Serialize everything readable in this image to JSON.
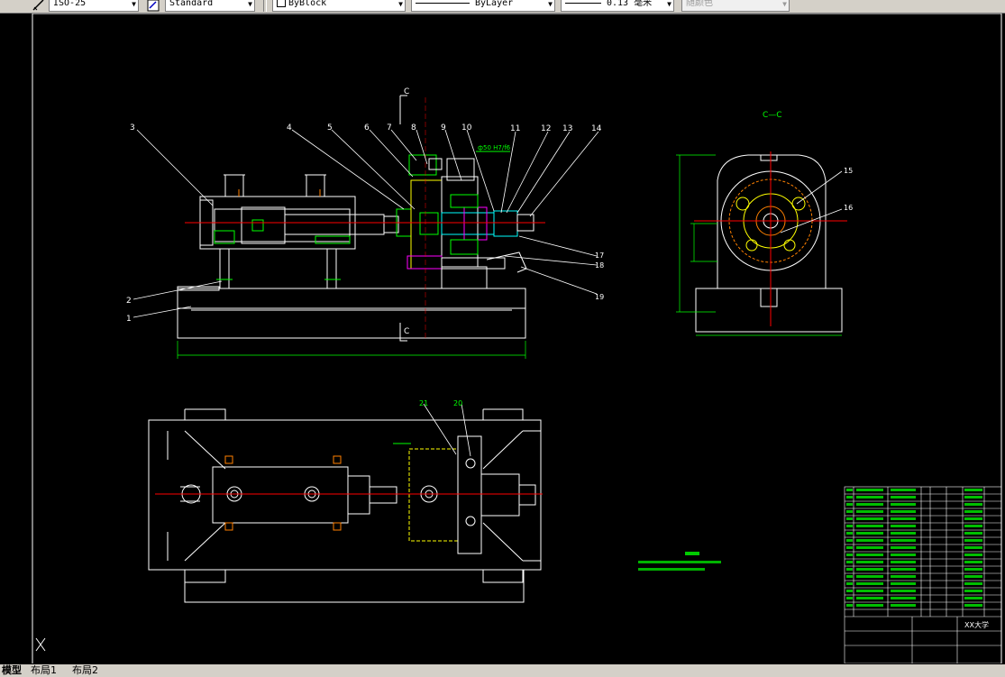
{
  "toolbar": {
    "dimstyle": "ISO-25",
    "textstyle": "Standard",
    "color": "ByBlock",
    "linetype": "ByLayer",
    "lineweight": "0.13 毫米",
    "plotstyle": "随颜色"
  },
  "drawing": {
    "section_top": "C",
    "section_bottom": "C",
    "section_view_title": "C—C",
    "fit_note": "ф50 H7/f6"
  },
  "balloons": {
    "b1": "1",
    "b2": "2",
    "b3": "3",
    "b4": "4",
    "b5": "5",
    "b6": "6",
    "b7": "7",
    "b8": "8",
    "b9": "9",
    "b10": "10",
    "b11": "11",
    "b12": "12",
    "b13": "13",
    "b14": "14",
    "b15": "15",
    "b16": "16",
    "b17": "17",
    "b18": "18",
    "b19": "19",
    "b20": "20",
    "b21": "21"
  },
  "title_block": {
    "school": "XX大学"
  },
  "tabs": {
    "model": "模型",
    "layout1": "布局1",
    "layout2": "布局2"
  },
  "colors": {
    "background": "#000000",
    "outline": "#ffffff",
    "center_line": "#ff0000",
    "hatch": "#00ff00",
    "annotation": "#00ff00",
    "highlight_cyan": "#00ffff",
    "highlight_magenta": "#ff00ff",
    "highlight_yellow": "#ffff00",
    "bolt_orange": "#ff8000"
  }
}
